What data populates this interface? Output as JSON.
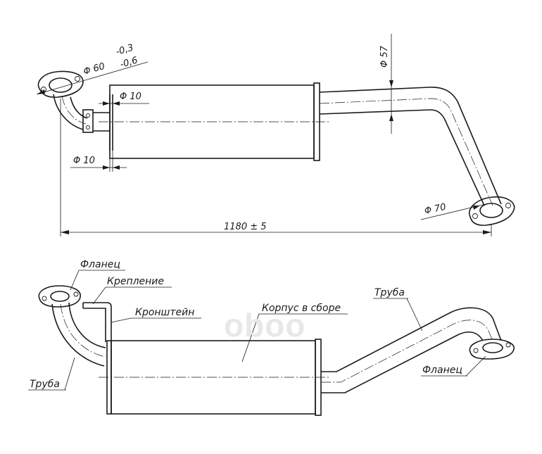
{
  "watermark": {
    "text": "oboo"
  },
  "top_view": {
    "dimensions": {
      "inlet_diameter": "Φ 60",
      "inlet_tolerance_upper": "-0,3",
      "inlet_tolerance_lower": "-0,6",
      "bracket_diameter_1": "Φ 10",
      "bracket_diameter_2": "Φ 10",
      "pipe_diameter": "Φ 57",
      "outlet_diameter": "Φ 70",
      "overall_length": "1180 ± 5"
    }
  },
  "side_view": {
    "labels": {
      "flange_left": "Фланец",
      "mount": "Крепление",
      "bracket": "Кронштейн",
      "body": "Корпус в сборе",
      "pipe_right": "Труба",
      "pipe_left": "Труба",
      "flange_right": "Фланец"
    }
  },
  "colors": {
    "line": "#1a1a1a",
    "watermark": "#e8e8e8"
  }
}
